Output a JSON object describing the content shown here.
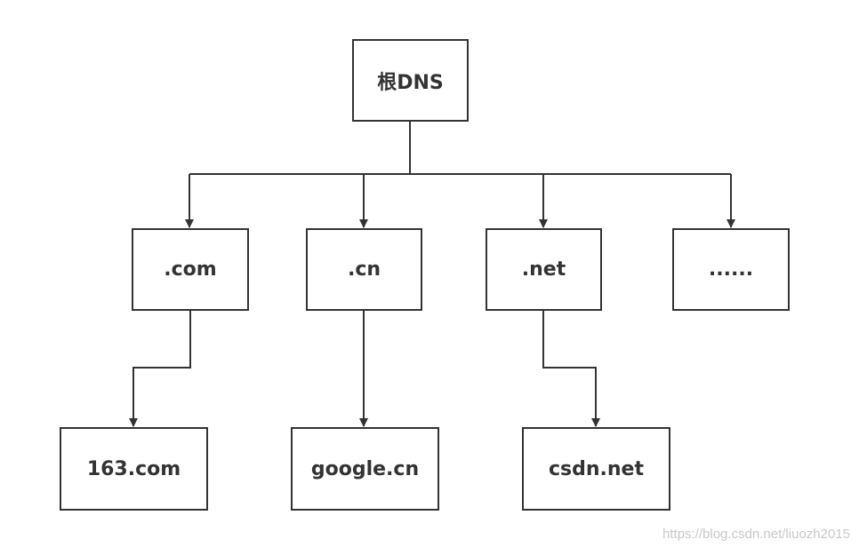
{
  "diagram": {
    "nodes": [
      {
        "id": "root",
        "label": "根DNS"
      },
      {
        "id": "com",
        "label": ".com"
      },
      {
        "id": "cn",
        "label": ".cn"
      },
      {
        "id": "net",
        "label": ".net"
      },
      {
        "id": "more",
        "label": "......"
      },
      {
        "id": "n163",
        "label": "163.com"
      },
      {
        "id": "google",
        "label": "google.cn"
      },
      {
        "id": "csdn",
        "label": "csdn.net"
      }
    ],
    "edges": [
      {
        "from": "root",
        "to": "com"
      },
      {
        "from": "root",
        "to": "cn"
      },
      {
        "from": "root",
        "to": "net"
      },
      {
        "from": "root",
        "to": "more"
      },
      {
        "from": "com",
        "to": "n163"
      },
      {
        "from": "cn",
        "to": "google"
      },
      {
        "from": "net",
        "to": "csdn"
      }
    ]
  },
  "watermark": "https://blog.csdn.net/liuozh2015"
}
